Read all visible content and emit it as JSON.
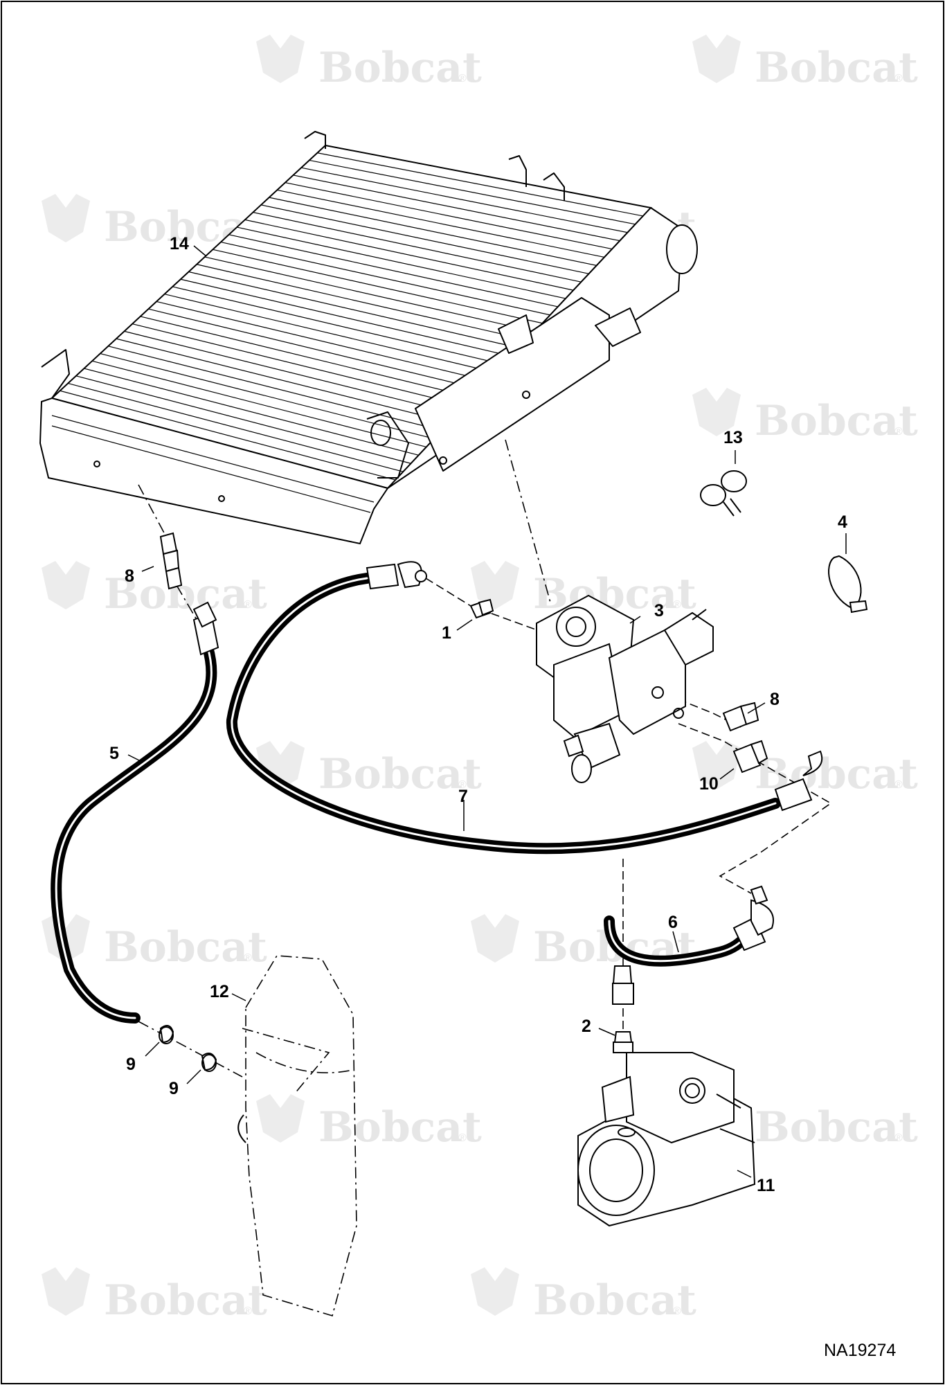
{
  "watermark": {
    "brand": "Bobcat",
    "registered_mark": "®"
  },
  "document_id": "NA19274",
  "callouts": [
    {
      "id": "c1",
      "label": "1"
    },
    {
      "id": "c2",
      "label": "2"
    },
    {
      "id": "c3",
      "label": "3"
    },
    {
      "id": "c4",
      "label": "4"
    },
    {
      "id": "c5",
      "label": "5"
    },
    {
      "id": "c6",
      "label": "6"
    },
    {
      "id": "c7",
      "label": "7"
    },
    {
      "id": "c8a",
      "label": "8"
    },
    {
      "id": "c8b",
      "label": "8"
    },
    {
      "id": "c9a",
      "label": "9"
    },
    {
      "id": "c9b",
      "label": "9"
    },
    {
      "id": "c10",
      "label": "10"
    },
    {
      "id": "c11",
      "label": "11"
    },
    {
      "id": "c12",
      "label": "12"
    },
    {
      "id": "c13",
      "label": "13"
    },
    {
      "id": "c14",
      "label": "14"
    }
  ]
}
